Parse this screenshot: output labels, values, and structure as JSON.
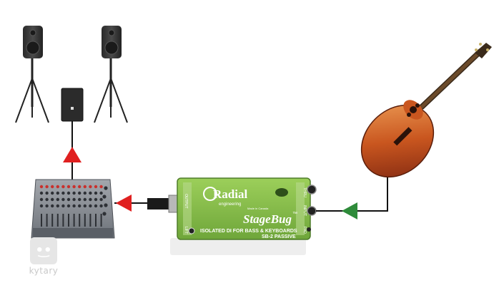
{
  "di_box": {
    "brand": "Radial",
    "brand_sub": "engineering",
    "made_in": "Made in Canada",
    "model_name": "StageBug",
    "trademark": "™",
    "description": "ISOLATED DI FOR BASS & KEYBOARDS",
    "model_number": "SB-2 PASSIVE",
    "label_output": "OUTPUT",
    "label_thru": "THRU",
    "label_input": "INPUT",
    "label_pad": "PAD",
    "label_lift": "LIFT"
  },
  "arrows": {
    "mixer_to_speakers": "#e02020",
    "di_to_mixer": "#e02020",
    "guitar_to_di": "#2e8b3a"
  },
  "watermark": {
    "face": "•͜•",
    "text": "kytary"
  }
}
